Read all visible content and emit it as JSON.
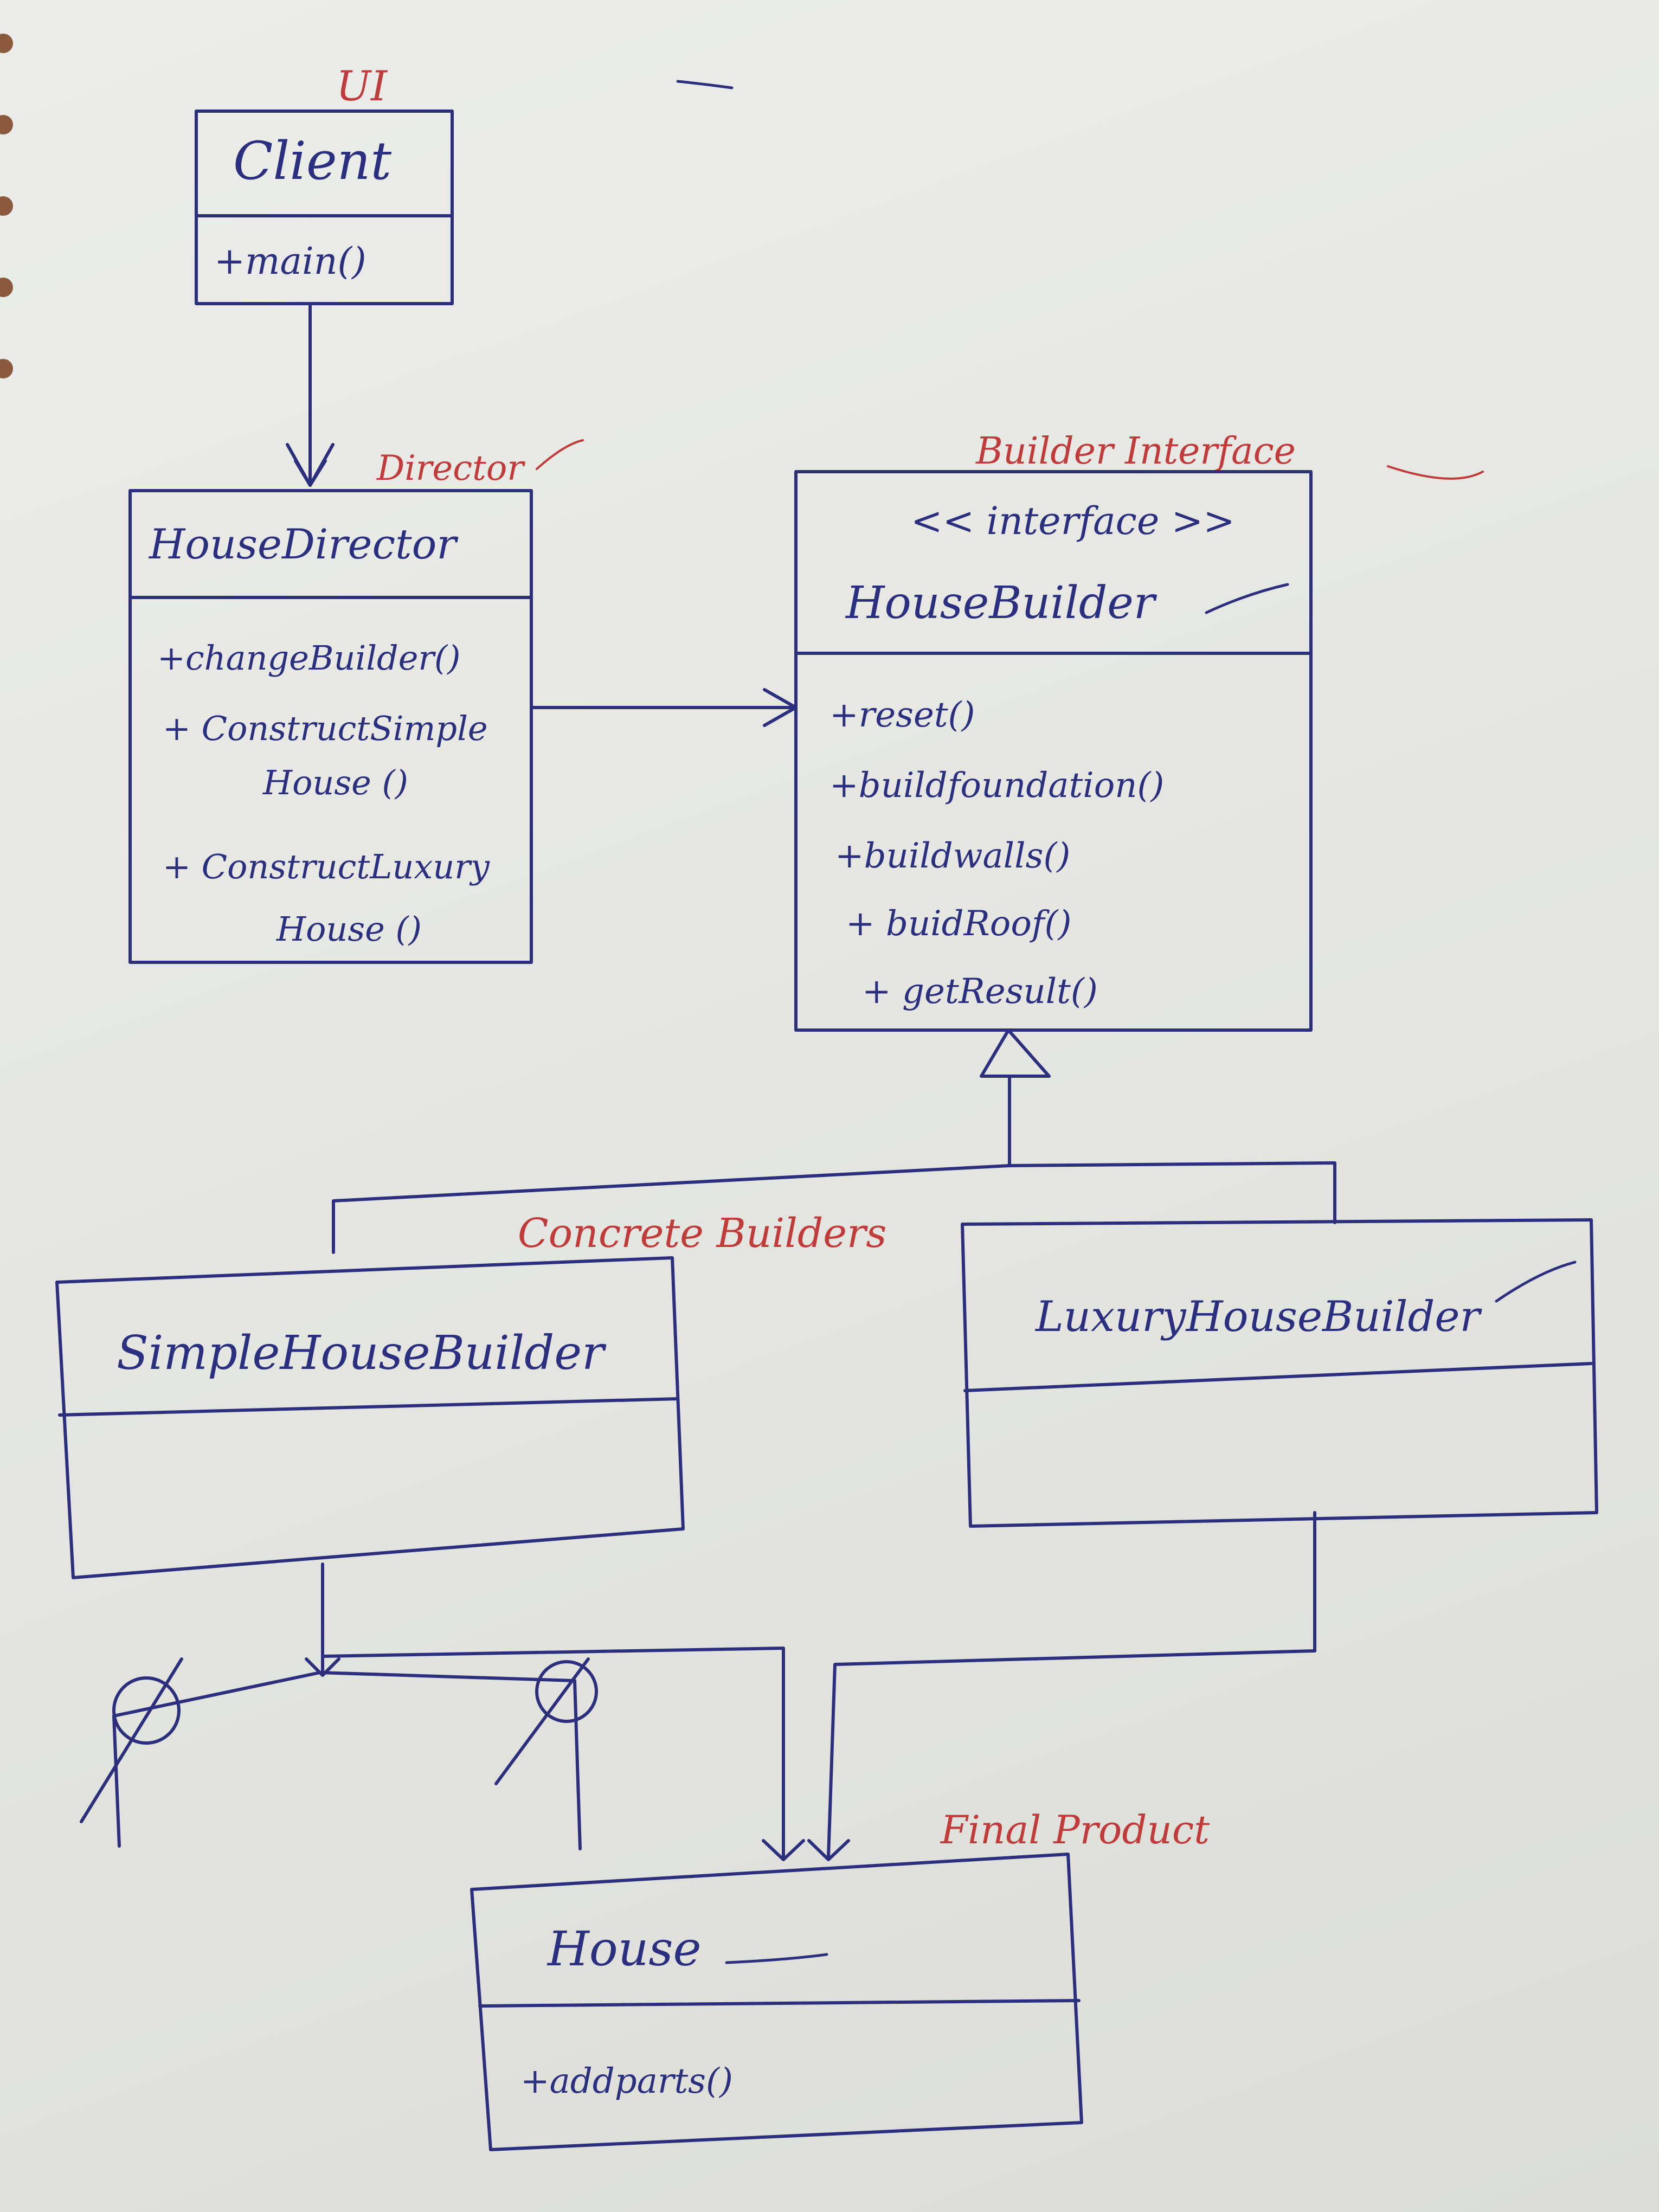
{
  "labels": {
    "ui": "UI",
    "director": "Director",
    "builder_interface": "Builder Interface",
    "concrete_builders": "Concrete Builders",
    "final_product": "Final Product"
  },
  "client": {
    "name": "Client",
    "methods": [
      "+main()"
    ]
  },
  "director": {
    "name": "HouseDirector",
    "methods": [
      "+changeBuilder()",
      "+ ConstructSimple",
      "House ()",
      "+ ConstructLuxury",
      "House ()"
    ]
  },
  "builder": {
    "stereotype": "<< interface >>",
    "name": "HouseBuilder",
    "methods": [
      "+reset()",
      "+buildfoundation()",
      "+buildwalls()",
      "+ buidRoof()",
      "+ getResult()"
    ]
  },
  "simple_builder": {
    "name": "SimpleHouseBuilder"
  },
  "luxury_builder": {
    "name": "LuxuryHouseBuilder"
  },
  "product": {
    "name": "House",
    "methods": [
      "+addparts()"
    ]
  },
  "colors": {
    "ink": "#2c2f7e",
    "annotation": "#c23b3b",
    "paper": "#e7e8e3"
  }
}
